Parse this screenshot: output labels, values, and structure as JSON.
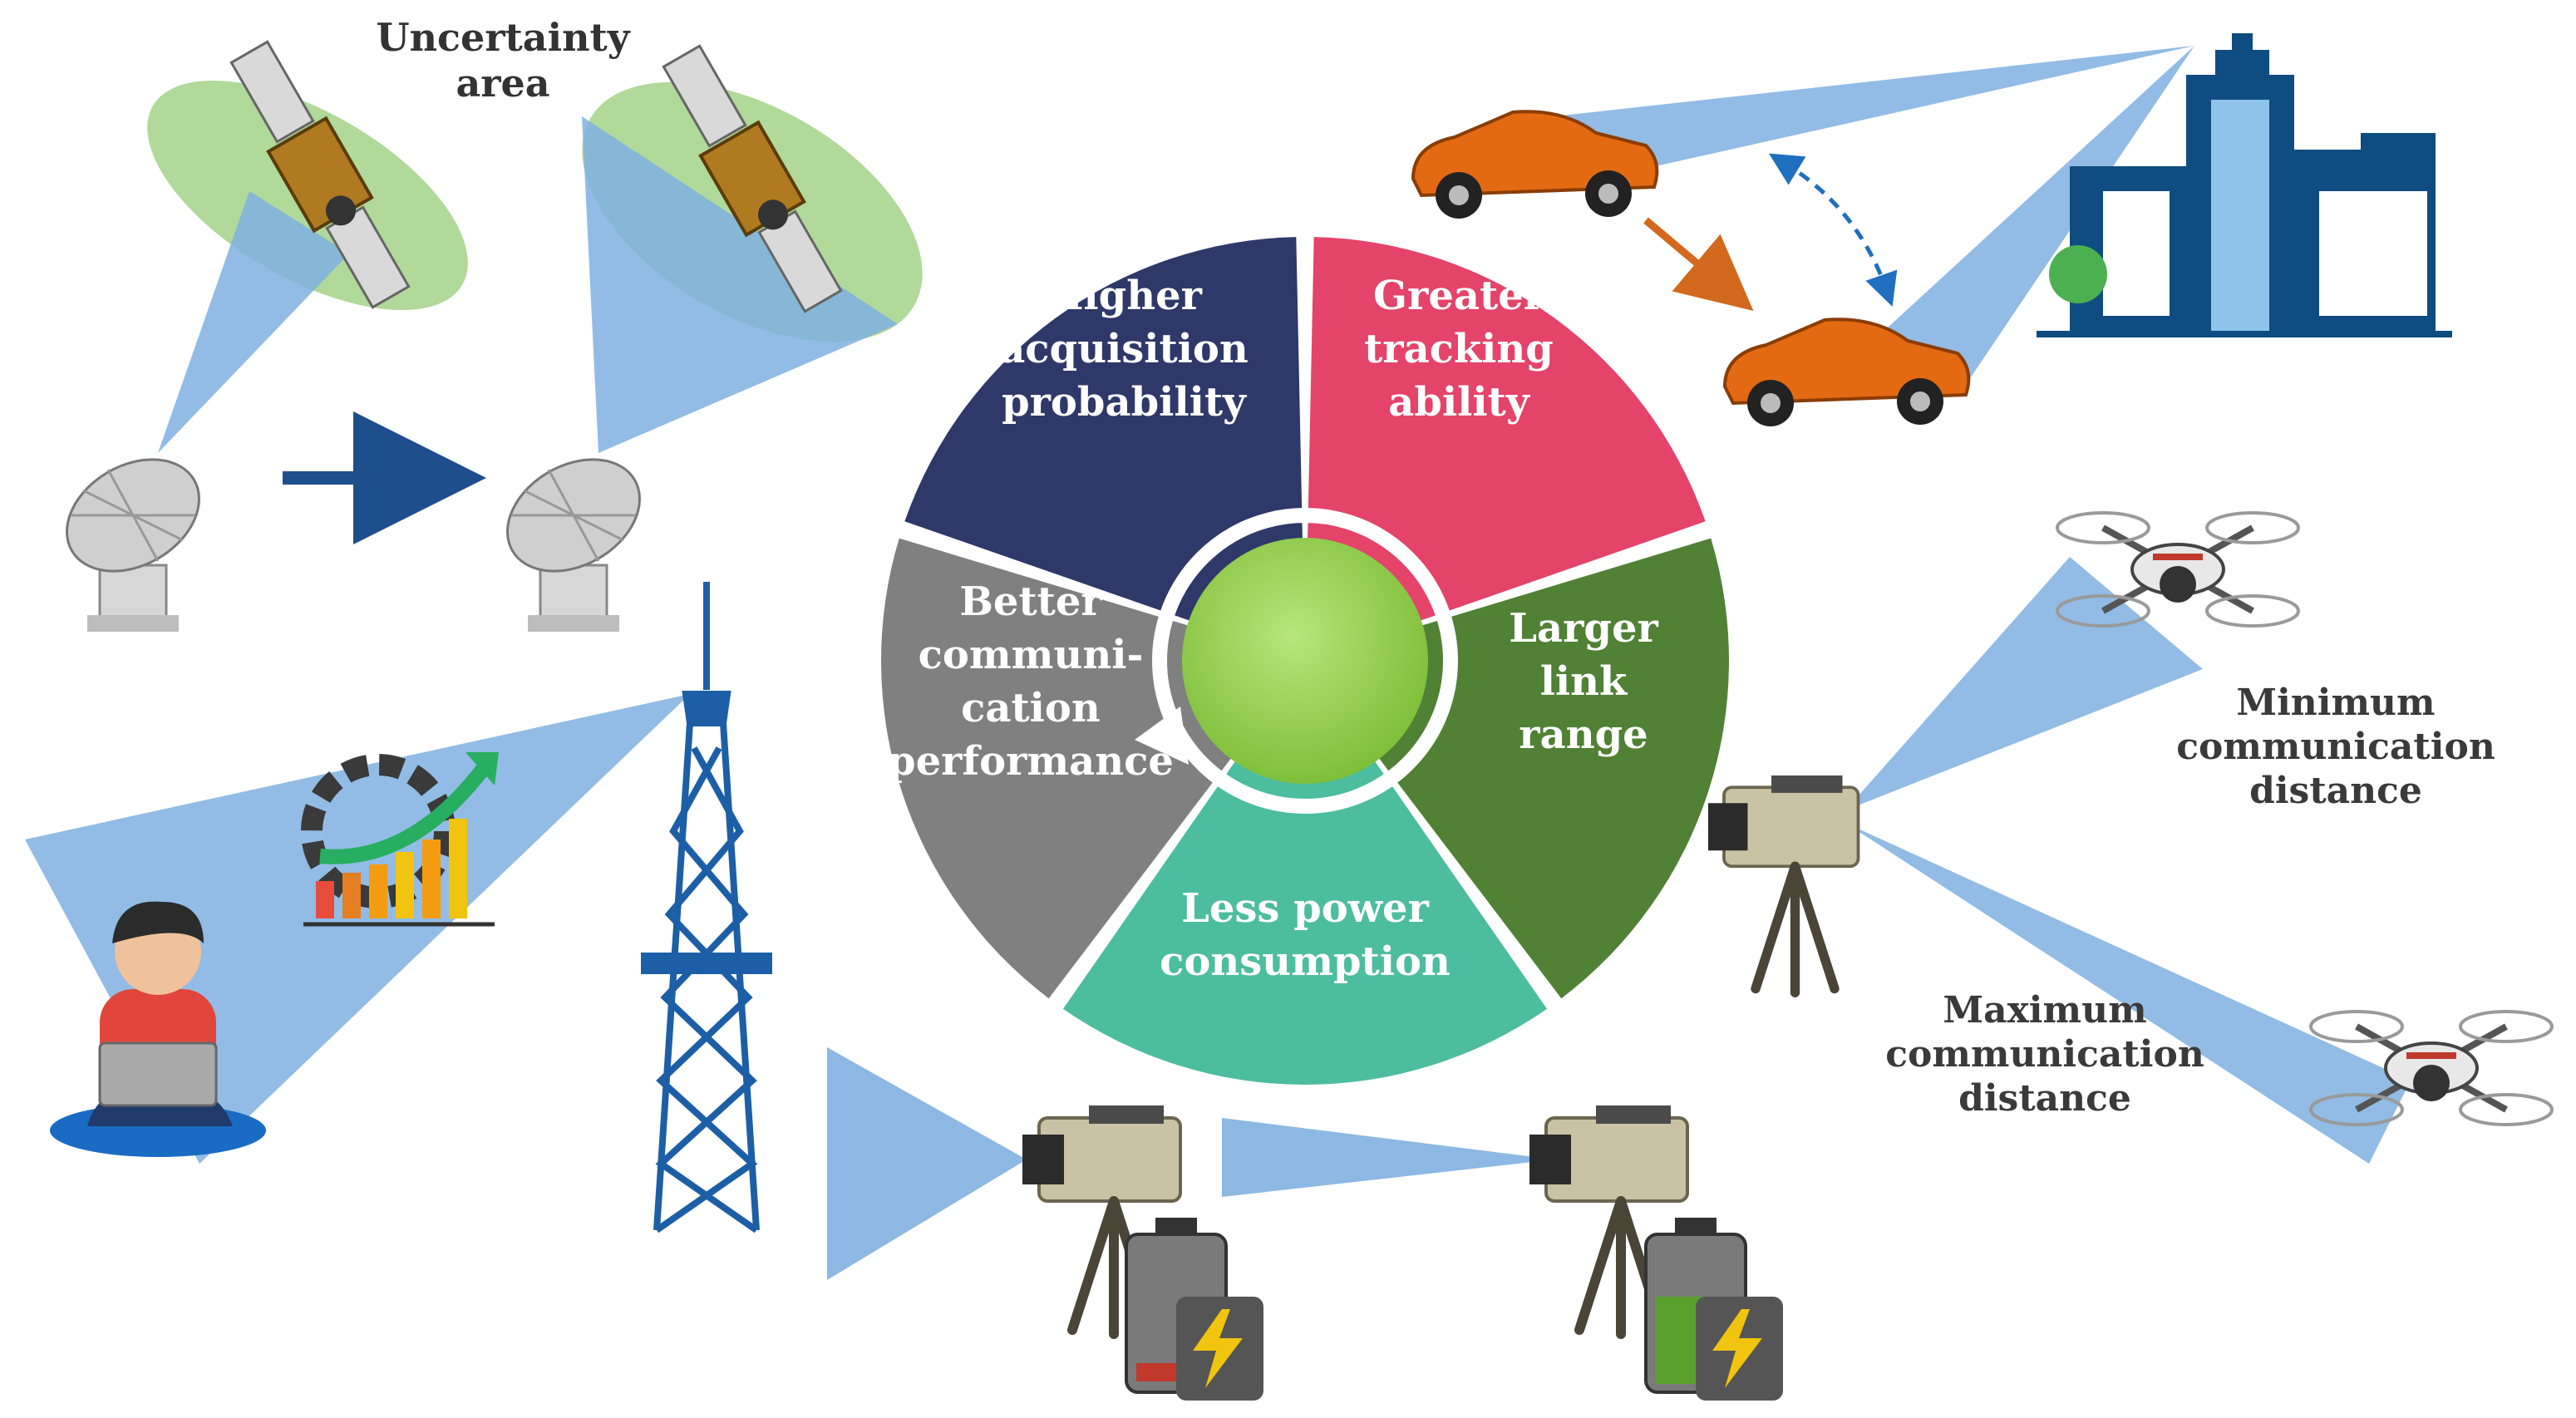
{
  "uncertainty_label": {
    "line1": "Uncertainty",
    "line2": "area"
  },
  "wheel": {
    "segments": [
      {
        "id": "acquisition",
        "lines": [
          "Higher",
          "acquisition",
          "probability"
        ],
        "color": "#2e3869"
      },
      {
        "id": "tracking",
        "lines": [
          "Greater",
          "tracking",
          "ability"
        ],
        "color": "#e4436a"
      },
      {
        "id": "link",
        "lines": [
          "Larger",
          "link",
          "range"
        ],
        "color": "#508135"
      },
      {
        "id": "power",
        "lines": [
          "Less power",
          "consumption"
        ],
        "color": "#4dbd9f"
      },
      {
        "id": "communication",
        "lines": [
          "Better",
          "communi-",
          "cation",
          "performance"
        ],
        "color": "#808080"
      }
    ],
    "center_color": "#92d050"
  },
  "drone_labels": {
    "minimum": {
      "line1": "Minimum",
      "line2": "communication",
      "line3": "distance"
    },
    "maximum": {
      "line1": "Maximum",
      "line2": "communication",
      "line3": "distance"
    }
  },
  "colors": {
    "beam": "#7fb0e0",
    "ellipse": "#9ed080",
    "tower": "#1d5fa6",
    "building": "#0f4c81",
    "car": "#e36a12",
    "arrow_dark": "#1f4e8c",
    "arrow_orange": "#d2691e"
  },
  "icons": [
    "satellite-icon",
    "dish-antenna-icon",
    "tower-icon",
    "person-laptop-icon",
    "growth-chart-icon",
    "terminal-icon",
    "battery-low-icon",
    "battery-full-icon",
    "car-icon",
    "building-icon",
    "drone-icon"
  ]
}
